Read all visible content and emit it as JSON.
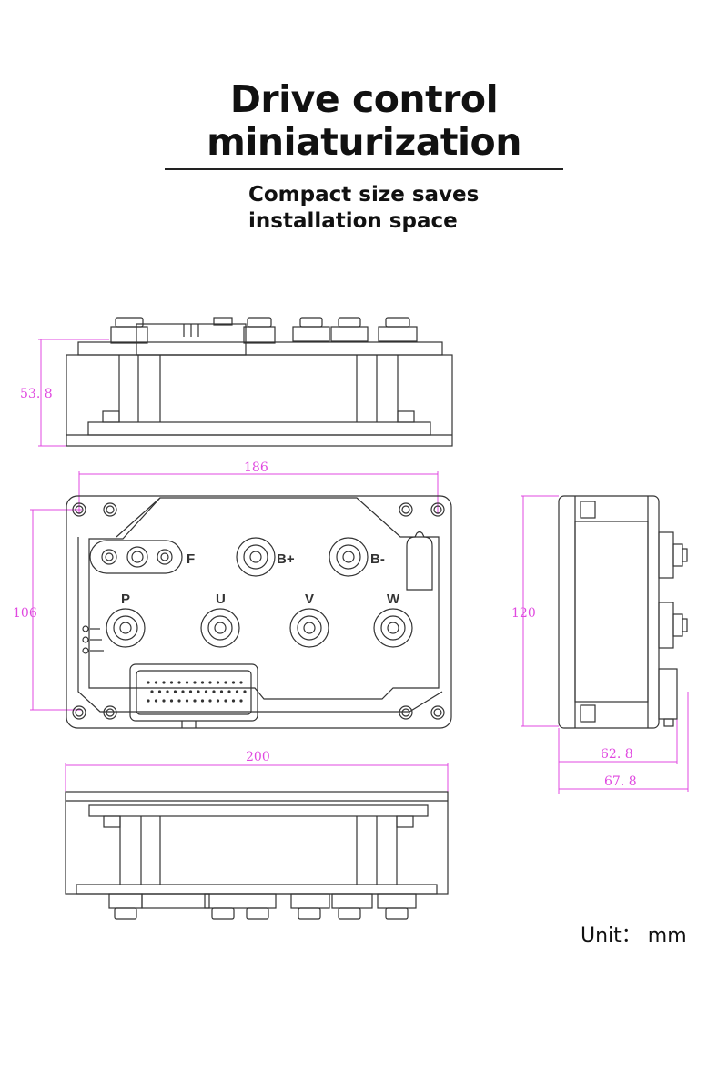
{
  "header": {
    "title_line1": "Drive control",
    "title_line2": "miniaturization",
    "subtitle_line1": "Compact size saves",
    "subtitle_line2": "installation space"
  },
  "dimensions": {
    "height": "53. 8",
    "width_top": "186",
    "height_front": "106",
    "height_side": "120",
    "depth_inner": "62. 8",
    "depth_outer": "67. 8",
    "length_bottom": "200"
  },
  "terminals": {
    "f": "F",
    "b_plus": "B+",
    "b_minus": "B-",
    "p": "P",
    "u": "U",
    "v": "V",
    "w": "W"
  },
  "unit": "Unit： mm",
  "colors": {
    "dimension": "#e049e0",
    "line": "#333333"
  }
}
